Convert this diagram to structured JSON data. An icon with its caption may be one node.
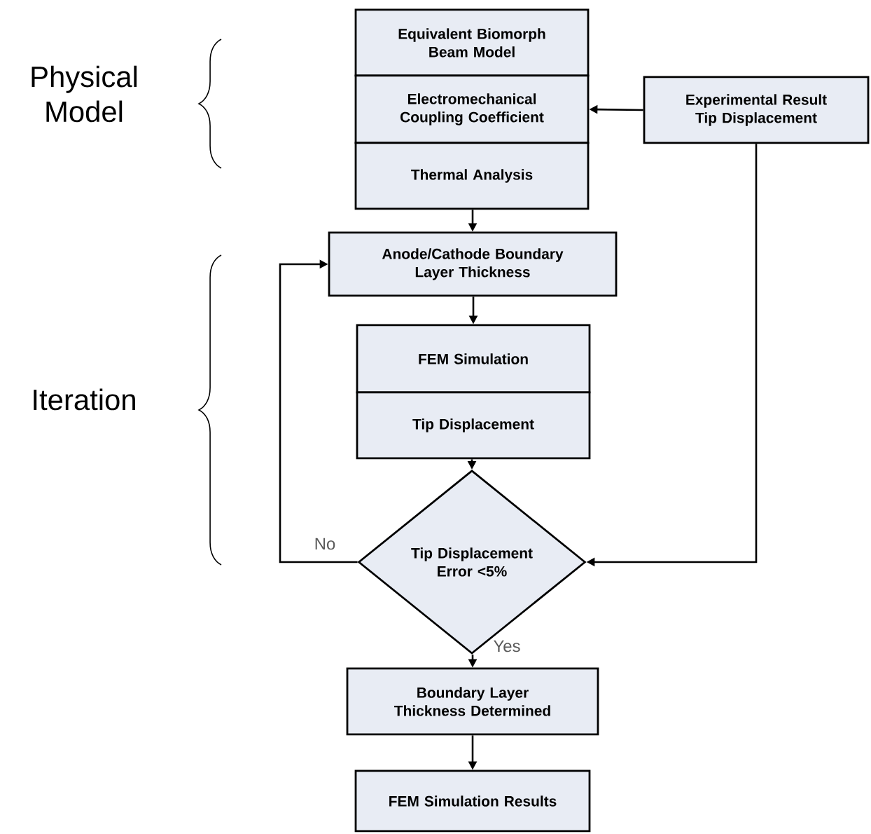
{
  "diagram": {
    "nodes": [
      {
        "text": [
          "Equivalent Biomorph Beam Model"
        ]
      },
      {
        "text": [
          "Electromechanical Coupling Coefficient"
        ]
      },
      {
        "text": [
          "Thermal Analysis"
        ]
      },
      {
        "text": [
          "Experimental Result Tip Displacement"
        ]
      },
      {
        "text": [
          "Anode/Cathode Boundary Layer Thickness"
        ]
      },
      {
        "text": [
          "FEM Simulation"
        ]
      },
      {
        "text": [
          "Tip Displacement"
        ]
      },
      {
        "text": [
          "Tip Displacement Error <5%"
        ]
      },
      {
        "text": [
          "Boundary Layer Thickness Determined"
        ]
      },
      {
        "text": [
          "FEM Simulation Results"
        ]
      }
    ],
    "edges": [
      {
        "from": 3,
        "to": 1,
        "arrow": "to"
      },
      {
        "from": 2,
        "to": 4,
        "arrow": "to"
      },
      {
        "from": 4,
        "to": 5,
        "arrow": "to"
      },
      {
        "from": 6,
        "to": 7,
        "arrow": "to"
      },
      {
        "from": 3,
        "to": 7,
        "arrow": "to"
      },
      {
        "from": 7,
        "to": 4,
        "arrow": "to",
        "label": "No"
      },
      {
        "from": 7,
        "to": 8,
        "arrow": "to",
        "label": "Yes"
      },
      {
        "from": 8,
        "to": 9,
        "arrow": "to"
      }
    ],
    "labels": [
      "Physical Model",
      "Iteration"
    ]
  }
}
